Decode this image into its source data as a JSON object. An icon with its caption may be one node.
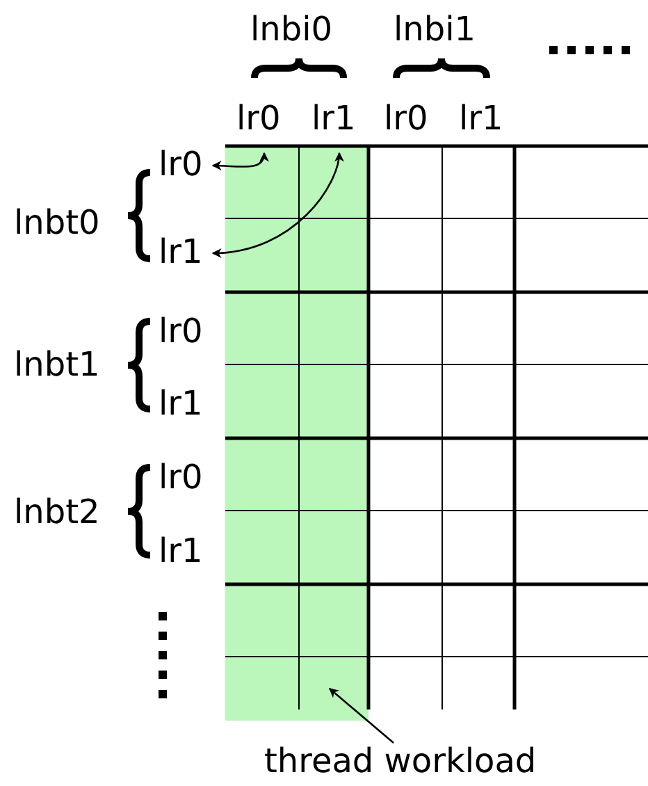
{
  "diagram": {
    "nodes": [
      {
        "text": [
          "lr0"
        ]
      },
      {
        "text": [
          "lr1"
        ]
      },
      {
        "text": [
          "lr0"
        ]
      },
      {
        "text": [
          "lr1"
        ]
      },
      {
        "text": [
          "thread workload"
        ]
      }
    ],
    "edges": [
      {
        "from": 0,
        "to": 2,
        "arrow": "both"
      },
      {
        "from": 1,
        "to": 3,
        "arrow": "both"
      },
      {
        "from": 4,
        "to": null,
        "arrow": "to"
      }
    ],
    "labels": [
      "lnbi0",
      "lnbi1",
      "lr0",
      "lr1",
      "lnbt0",
      "lnbt1",
      "lr0",
      "lr1",
      "lnbt2",
      "lr0",
      "lr1"
    ]
  }
}
